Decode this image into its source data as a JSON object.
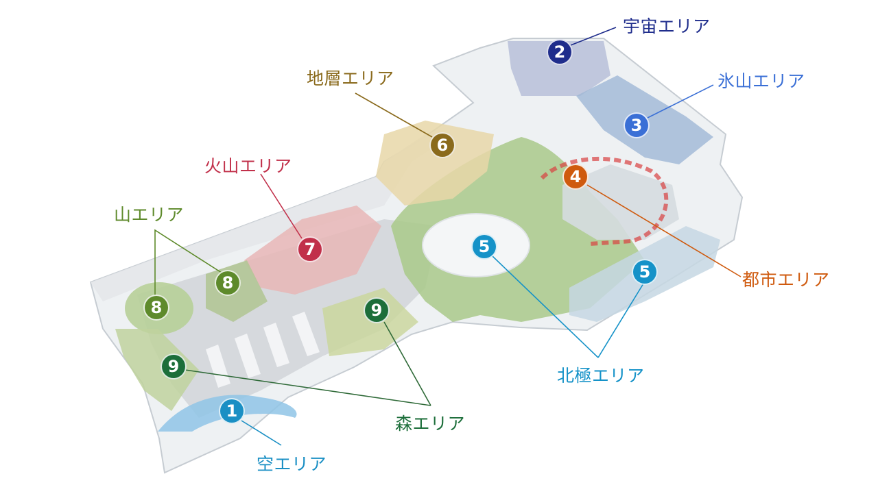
{
  "colors": {
    "sky": "#1a8fc4",
    "space": "#1f2d8c",
    "iceberg": "#3a6fd6",
    "city": "#cf5a0e",
    "arctic": "#1592c8",
    "strata": "#8a6a1c",
    "volcano": "#c1304a",
    "mountain": "#5e8a2b",
    "forest": "#1c6e3a",
    "leader_forest": "#2f6a38"
  },
  "areas": {
    "sky": {
      "label": "空エリア",
      "number": "1"
    },
    "space": {
      "label": "宇宙エリア",
      "number": "2"
    },
    "iceberg": {
      "label": "氷山エリア",
      "number": "3"
    },
    "city": {
      "label": "都市エリア",
      "number": "4"
    },
    "arctic": {
      "label": "北極エリア",
      "number": "5"
    },
    "strata": {
      "label": "地層エリア",
      "number": "6"
    },
    "volcano": {
      "label": "火山エリア",
      "number": "7"
    },
    "mountain": {
      "label": "山エリア",
      "number": "8"
    },
    "forest": {
      "label": "森エリア",
      "number": "9"
    }
  }
}
